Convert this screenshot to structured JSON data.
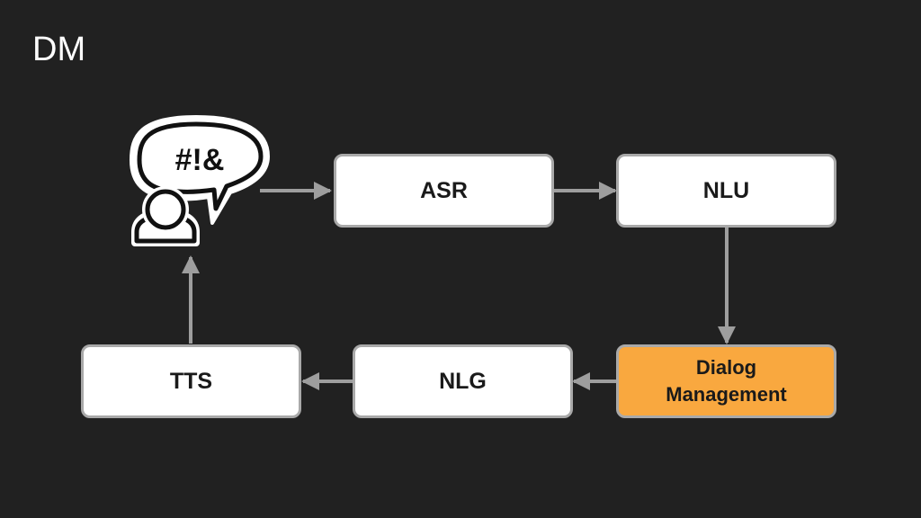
{
  "slide": {
    "title": "DM"
  },
  "user_icon": {
    "speech_text": "#!&"
  },
  "nodes": {
    "asr": "ASR",
    "nlu": "NLU",
    "dialog_management": "Dialog\nManagement",
    "nlg": "NLG",
    "tts": "TTS"
  },
  "colors": {
    "background": "#212121",
    "box_fill": "#ffffff",
    "box_border": "#a9a9a9",
    "highlight_fill": "#f9a83f",
    "arrow": "#9e9e9e"
  }
}
